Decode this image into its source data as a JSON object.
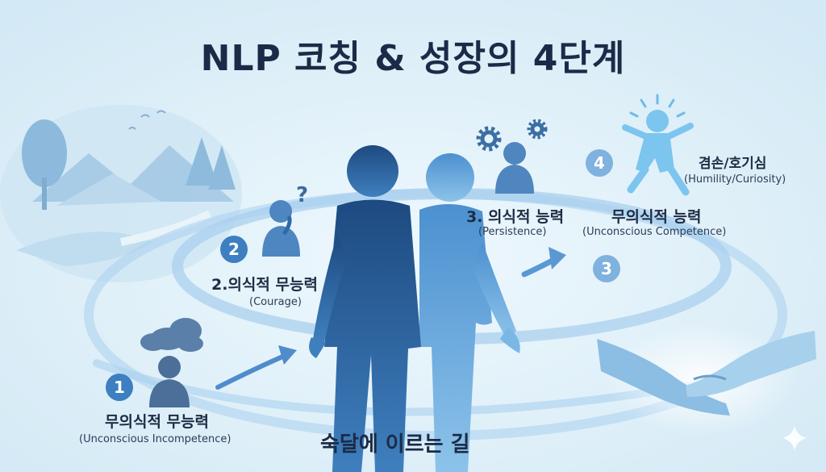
{
  "title": "NLP 코칭 & 성장의 4단계",
  "stages": [
    {
      "badge": "1",
      "label": "무의식적 무능력",
      "sub": "(Unconscious Incompetence)"
    },
    {
      "badge": "2",
      "label": "2.의식적 무능력",
      "sub": "(Courage)"
    },
    {
      "badge": "3",
      "label": "3. 의식적 능력",
      "sub": "(Persistence)"
    },
    {
      "badge": "3",
      "label": "무의식적 능력",
      "sub": "(Unconscious Competence)"
    },
    {
      "badge": "4",
      "label": "겸손/호기심",
      "sub": "(Humility/Curiosity)"
    }
  ],
  "bottom_caption": "숙달에 이르는 길",
  "question_mark": "?",
  "icons": [
    "landscape-icon",
    "cloud-icon",
    "gear-icon",
    "question-icon",
    "handshake-icon",
    "sparkle-icon"
  ],
  "colors": {
    "background": "#dff0f9",
    "accent": "#3d7fc1",
    "dark_figure": "#1f4f86",
    "light_figure": "#5b9fd8"
  }
}
